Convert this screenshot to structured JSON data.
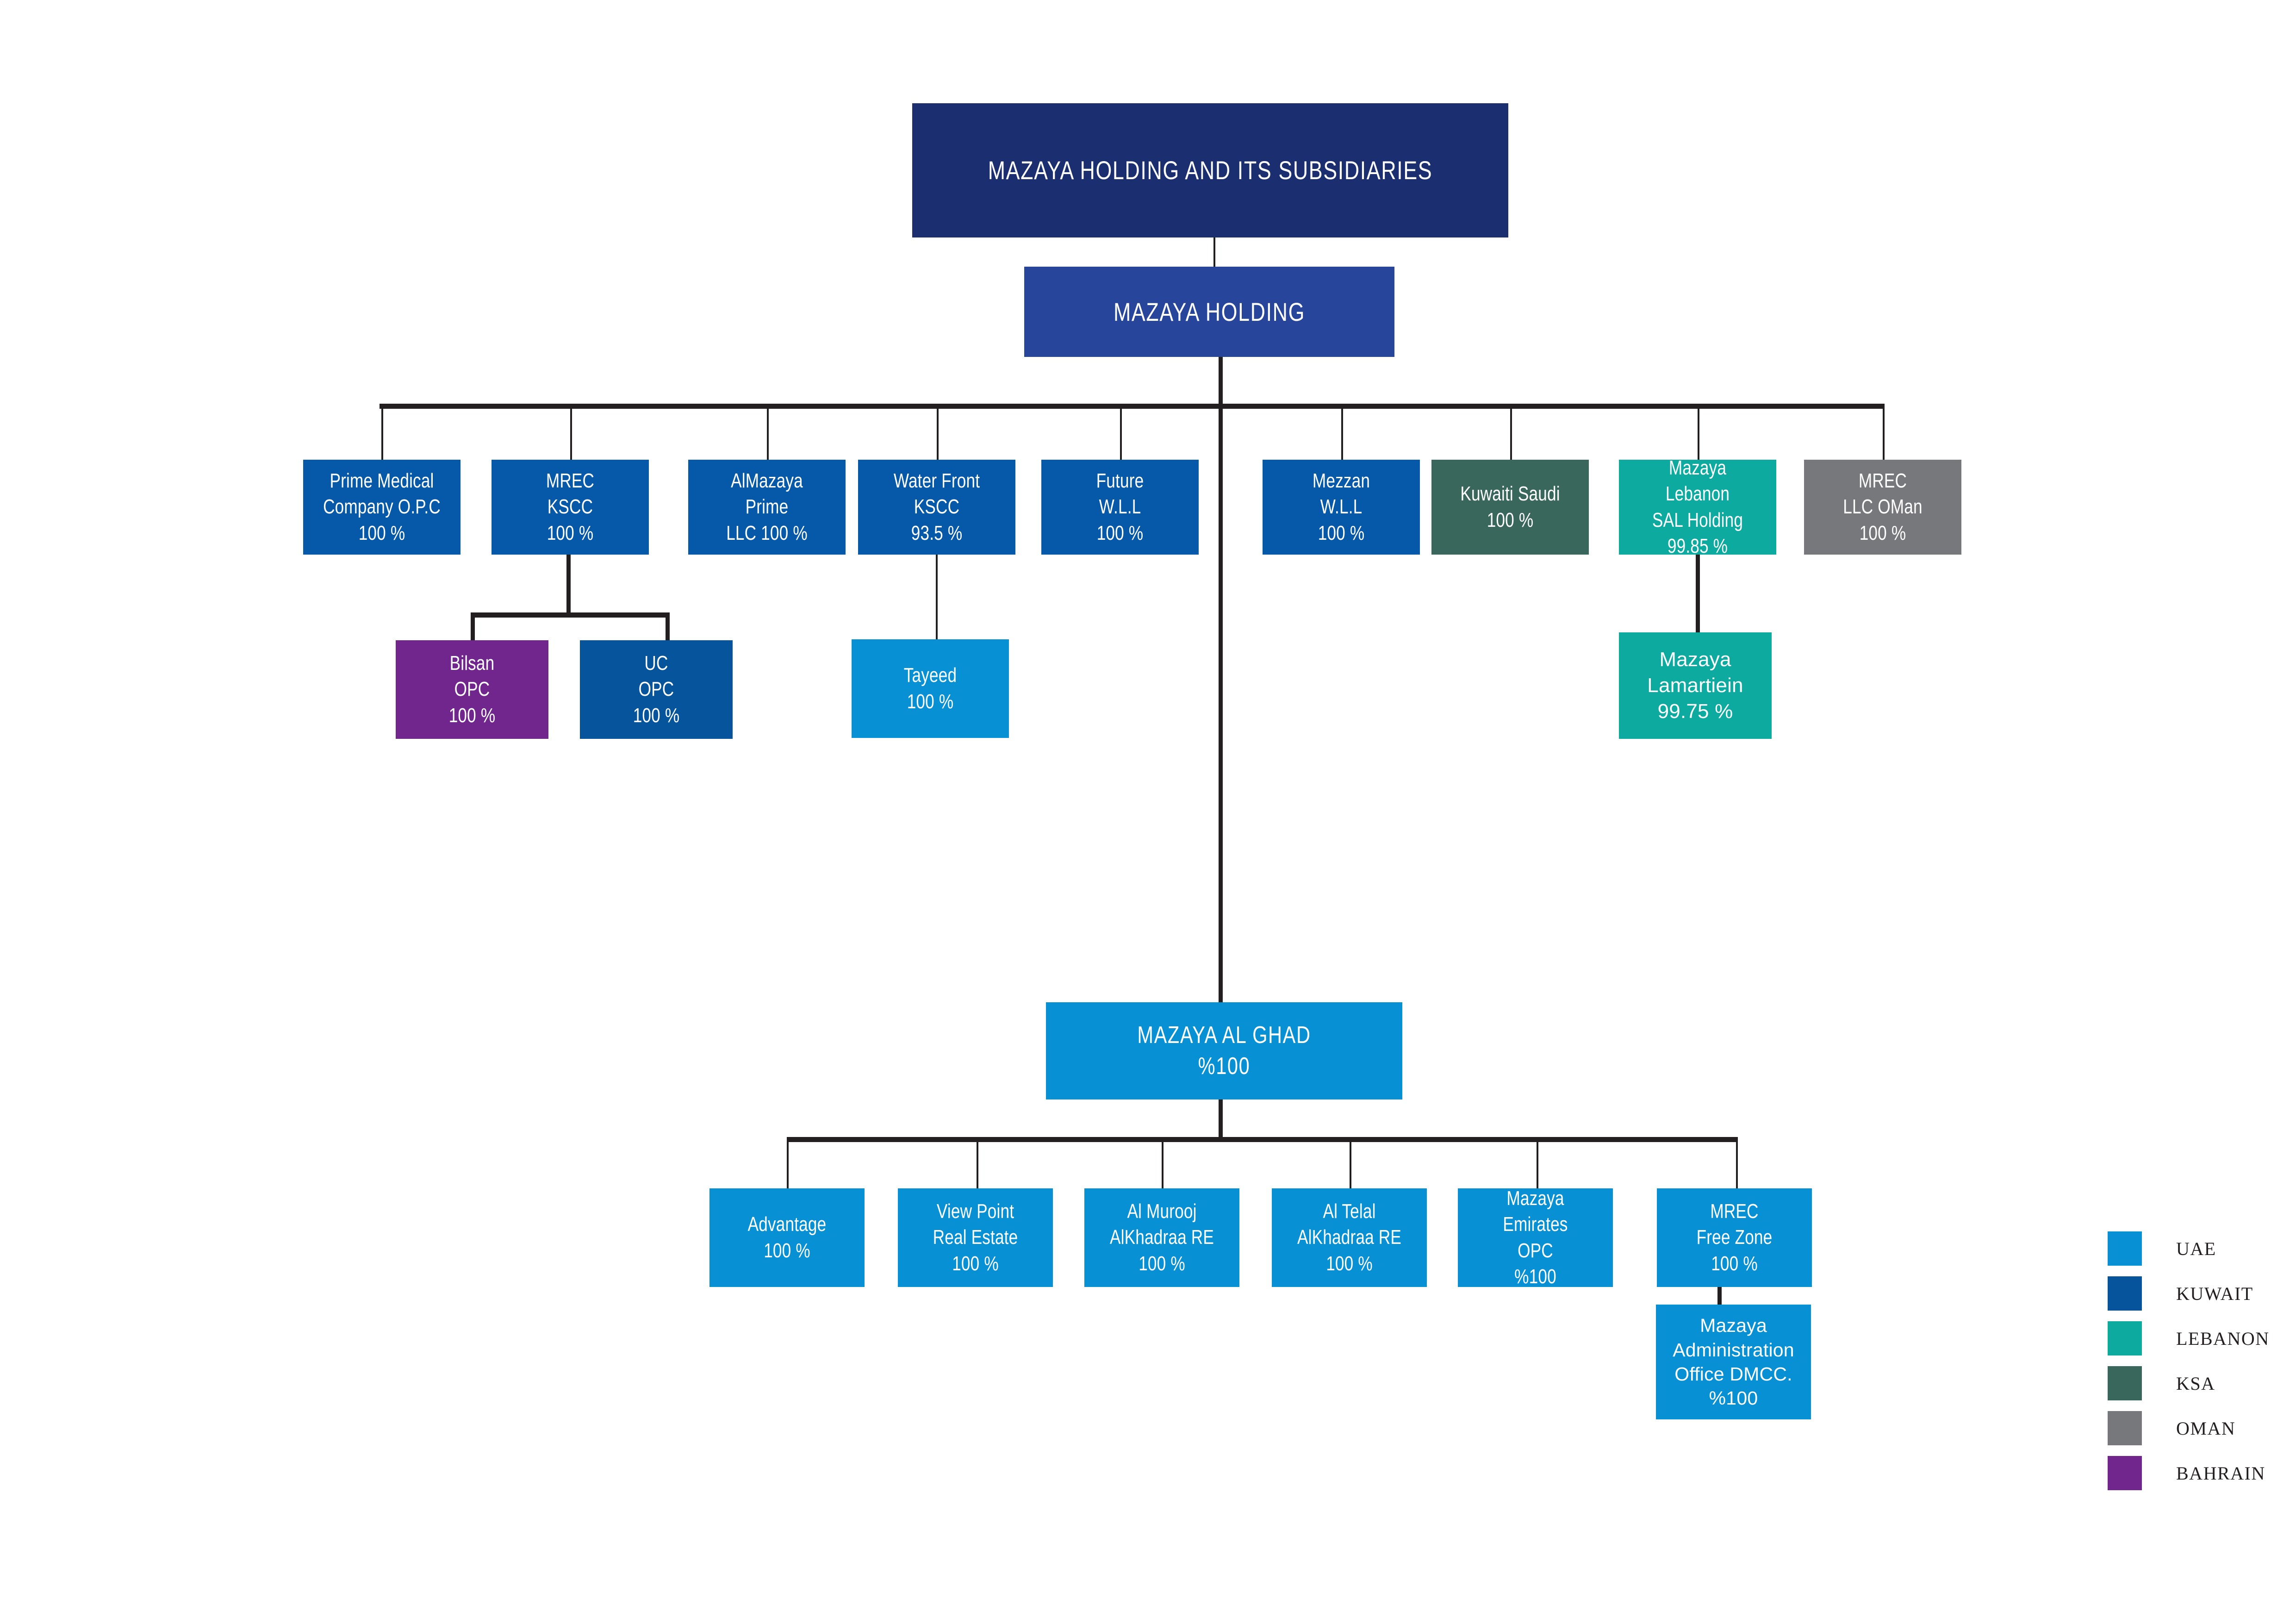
{
  "chart_data": {
    "type": "diagram",
    "title": "MAZAYA HOLDING AND ITS SUBSIDIARIES",
    "subtype": "organizational-chart",
    "nodes": [
      {
        "id": "title",
        "label": "MAZAYA HOLDING AND ITS SUBSIDIARIES",
        "color": "#1b2f70",
        "level": 0
      },
      {
        "id": "holding",
        "label": "MAZAYA HOLDING",
        "color": "#26459b",
        "level": 1
      },
      {
        "id": "prime_medical",
        "name": "Prime Medical\nCompany O.P.C",
        "share": "100 %",
        "color": "#0659a8",
        "country": "KUWAIT"
      },
      {
        "id": "mrec_kscc",
        "name": "MREC\nKSCC",
        "share": "100 %",
        "color": "#0659a8",
        "country": "KUWAIT"
      },
      {
        "id": "almazaya_prime",
        "name": "AlMazaya\nPrime",
        "share": "LLC 100 %",
        "color": "#0659a8",
        "country": "KUWAIT"
      },
      {
        "id": "water_front",
        "name": "Water Front\nKSCC",
        "share": "93.5 %",
        "color": "#0659a8",
        "country": "KUWAIT"
      },
      {
        "id": "future",
        "name": "Future\nW.L.L",
        "share": "100 %",
        "color": "#0659a8",
        "country": "KUWAIT"
      },
      {
        "id": "mezzan",
        "name": "Mezzan\nW.L.L",
        "share": "100 %",
        "color": "#0659a8",
        "country": "KUWAIT"
      },
      {
        "id": "kuwaiti_saudi",
        "name": "Kuwaiti Saudi",
        "share": "100 %",
        "color": "#39675b",
        "country": "KSA"
      },
      {
        "id": "mazaya_lebanon",
        "name": "Mazaya Lebanon\nSAL Holding",
        "share": "99.85 %",
        "color": "#0caa9f",
        "country": "LEBANON"
      },
      {
        "id": "mrec_oman",
        "name": "MREC\nLLC OMan",
        "share": "100 %",
        "color": "#77787b",
        "country": "OMAN"
      },
      {
        "id": "bilsan",
        "name": "Bilsan\nOPC",
        "share": "100 %",
        "color": "#71268e",
        "country": "BAHRAIN"
      },
      {
        "id": "uc",
        "name": "UC\nOPC",
        "share": "100 %",
        "color": "#05549c",
        "country": "KUWAIT"
      },
      {
        "id": "tayeed",
        "name": "Tayeed",
        "share": "100 %",
        "color": "#0790d4",
        "country": "UAE"
      },
      {
        "id": "mazaya_lamartiein",
        "name": "Mazaya\nLamartiein",
        "share": "99.75 %",
        "color": "#0caa9f",
        "country": "LEBANON"
      },
      {
        "id": "mazaya_al_ghad",
        "name": "MAZAYA AL GHAD",
        "share": "%100",
        "color": "#0790d4",
        "country": "UAE"
      },
      {
        "id": "advantage",
        "name": "Advantage",
        "share": "100 %",
        "color": "#0790d4",
        "country": "UAE"
      },
      {
        "id": "view_point",
        "name": "View Point\nReal Estate",
        "share": "100 %",
        "color": "#0790d4",
        "country": "UAE"
      },
      {
        "id": "al_murooj",
        "name": "Al Murooj\nAlKhadraa RE",
        "share": "100 %",
        "color": "#0790d4",
        "country": "UAE"
      },
      {
        "id": "al_telal",
        "name": "Al Telal\nAlKhadraa RE",
        "share": "100 %",
        "color": "#0790d4",
        "country": "UAE"
      },
      {
        "id": "mazaya_emirates",
        "name": "Mazaya Emirates\nOPC",
        "share": "%100",
        "color": "#0790d4",
        "country": "UAE"
      },
      {
        "id": "mrec_free_zone",
        "name": "MREC\nFree Zone",
        "share": "100 %",
        "color": "#0790d4",
        "country": "UAE"
      },
      {
        "id": "mazaya_admin",
        "name": "Mazaya\nAdministration\nOffice DMCC.",
        "share": "%100",
        "color": "#0790d4",
        "country": "UAE"
      }
    ],
    "edges": [
      [
        "title",
        "holding"
      ],
      [
        "holding",
        "prime_medical"
      ],
      [
        "holding",
        "mrec_kscc"
      ],
      [
        "holding",
        "almazaya_prime"
      ],
      [
        "holding",
        "water_front"
      ],
      [
        "holding",
        "future"
      ],
      [
        "holding",
        "mezzan"
      ],
      [
        "holding",
        "kuwaiti_saudi"
      ],
      [
        "holding",
        "mazaya_lebanon"
      ],
      [
        "holding",
        "mrec_oman"
      ],
      [
        "mrec_kscc",
        "bilsan"
      ],
      [
        "mrec_kscc",
        "uc"
      ],
      [
        "water_front",
        "tayeed"
      ],
      [
        "mazaya_lebanon",
        "mazaya_lamartiein"
      ],
      [
        "holding",
        "mazaya_al_ghad"
      ],
      [
        "mazaya_al_ghad",
        "advantage"
      ],
      [
        "mazaya_al_ghad",
        "view_point"
      ],
      [
        "mazaya_al_ghad",
        "al_murooj"
      ],
      [
        "mazaya_al_ghad",
        "al_telal"
      ],
      [
        "mazaya_al_ghad",
        "mazaya_emirates"
      ],
      [
        "mazaya_al_ghad",
        "mrec_free_zone"
      ],
      [
        "mrec_free_zone",
        "mazaya_admin"
      ]
    ],
    "legend": {
      "position": "bottom-right",
      "entries": [
        {
          "label": "UAE",
          "color": "#0790d4"
        },
        {
          "label": "KUWAIT",
          "color": "#05549c"
        },
        {
          "label": "LEBANON",
          "color": "#0caa9f"
        },
        {
          "label": "KSA",
          "color": "#39675b"
        },
        {
          "label": "OMAN",
          "color": "#77787b"
        },
        {
          "label": "BAHRAIN",
          "color": "#71268e"
        }
      ]
    }
  },
  "title_box": {
    "label": "MAZAYA HOLDING AND ITS SUBSIDIARIES"
  },
  "holding_box": {
    "label": "MAZAYA HOLDING"
  },
  "tier1": [
    {
      "l1": "Prime Medical",
      "l2": "Company O.P.C",
      "l3": "100 %"
    },
    {
      "l1": "MREC",
      "l2": "KSCC",
      "l3": "100 %"
    },
    {
      "l1": "AlMazaya",
      "l2": "Prime",
      "l3": "LLC 100 %"
    },
    {
      "l1": "Water Front",
      "l2": "KSCC",
      "l3": "93.5 %"
    },
    {
      "l1": "Future",
      "l2": "W.L.L",
      "l3": "100 %"
    },
    {
      "l1": "Mezzan",
      "l2": "W.L.L",
      "l3": "100 %"
    },
    {
      "l1": "Kuwaiti Saudi",
      "l2": "100 %",
      "l3": ""
    },
    {
      "l1": "Mazaya Lebanon",
      "l2": "SAL Holding",
      "l3": "99.85 %"
    },
    {
      "l1": "MREC",
      "l2": "LLC OMan",
      "l3": "100 %"
    }
  ],
  "tier2": [
    {
      "l1": "Bilsan",
      "l2": "OPC",
      "l3": "100 %"
    },
    {
      "l1": "UC",
      "l2": "OPC",
      "l3": "100 %"
    },
    {
      "l1": "Tayeed",
      "l2": "100 %",
      "l3": ""
    },
    {
      "l1": "Mazaya",
      "l2": "Lamartiein",
      "l3": "99.75 %"
    }
  ],
  "ghad_box": {
    "l1": "MAZAYA AL GHAD",
    "l2": "%100"
  },
  "tier3": [
    {
      "l1": "Advantage",
      "l2": "100 %",
      "l3": ""
    },
    {
      "l1": "View Point",
      "l2": "Real Estate",
      "l3": "100 %"
    },
    {
      "l1": "Al Murooj",
      "l2": "AlKhadraa RE",
      "l3": "100 %"
    },
    {
      "l1": "Al Telal",
      "l2": "AlKhadraa RE",
      "l3": "100 %"
    },
    {
      "l1": "Mazaya Emirates",
      "l2": "OPC",
      "l3": "%100"
    },
    {
      "l1": "MREC",
      "l2": "Free Zone",
      "l3": "100 %"
    }
  ],
  "tier4": [
    {
      "l1": "Mazaya",
      "l2": "Administration",
      "l3": "Office DMCC.",
      "l4": "%100"
    }
  ],
  "legend": {
    "entries": [
      {
        "label": "UAE",
        "color": "#0790d4"
      },
      {
        "label": "KUWAIT",
        "color": "#05549c"
      },
      {
        "label": "LEBANON",
        "color": "#0caa9f"
      },
      {
        "label": "KSA",
        "color": "#39675b"
      },
      {
        "label": "OMAN",
        "color": "#77787b"
      },
      {
        "label": "BAHRAIN",
        "color": "#71268e"
      }
    ]
  }
}
